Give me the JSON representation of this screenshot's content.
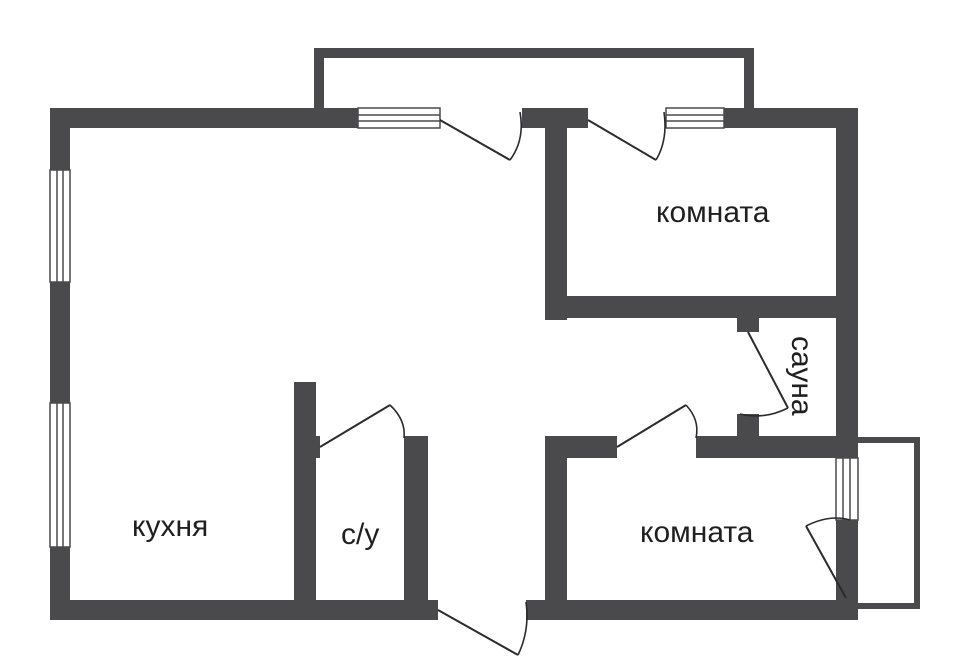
{
  "plan": {
    "rooms": {
      "kitchen": "кухня",
      "bathroom": "с/у",
      "room_top": "комната",
      "room_bottom": "комната",
      "sauna": "сауна"
    },
    "colors": {
      "walls": "#4a4a4c",
      "background": "#ffffff",
      "text": "#1f1f1f"
    }
  }
}
